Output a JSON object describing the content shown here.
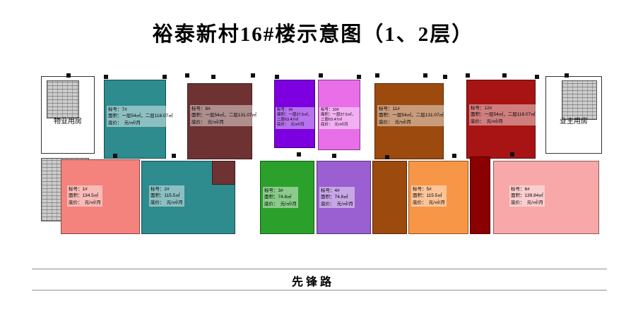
{
  "title": "裕泰新村16#楼示意图（1、2层）",
  "road_name": "先锋路",
  "rooms": {
    "property": "物业用房",
    "owner": "业主用房"
  },
  "units": [
    {
      "id": "7",
      "no": "标号：7#",
      "area": "面积：一层54㎡，二层118.07㎡",
      "price": "底价：　元/㎡/月",
      "color": "#2e8b8e"
    },
    {
      "id": "8",
      "no": "标号：8#",
      "area": "面积：一层54㎡，二层131.07㎡",
      "price": "底价：　元/㎡/月",
      "color": "#6e3232"
    },
    {
      "id": "9",
      "no": "标号：9#",
      "area": "面积：一层27.5㎡，二层63.47㎡",
      "price": "底价：　元/㎡/月",
      "color": "#7d00e0"
    },
    {
      "id": "10",
      "no": "标号：10#",
      "area": "面积：一层27.5㎡，二层63.47㎡",
      "price": "底价：　元/㎡/月",
      "color": "#e86fe8"
    },
    {
      "id": "11",
      "no": "标号：11#",
      "area": "面积：一层54㎡，二层131.07㎡",
      "price": "底价：　元/㎡/月",
      "color": "#9c4a0e"
    },
    {
      "id": "12",
      "no": "标号：12#",
      "area": "面积：一层54㎡，二层118.07㎡",
      "price": "底价：　元/㎡/月",
      "color": "#a81414"
    },
    {
      "id": "1",
      "no": "标号：1#",
      "area": "面积：134.5㎡",
      "price": "底价：　元/㎡/月",
      "color": "#f4837d"
    },
    {
      "id": "2",
      "no": "标号：2#",
      "area": "面积：115.5㎡",
      "price": "底价：　元/㎡/月",
      "color": "#2e8b8e"
    },
    {
      "id": "3",
      "no": "标号：3#",
      "area": "面积：74.8㎡",
      "price": "底价：　元/㎡/月",
      "color": "#2ba12b"
    },
    {
      "id": "4",
      "no": "标号：4#",
      "area": "面积：74.8㎡",
      "price": "底价：　元/㎡/月",
      "color": "#9a5fd0"
    },
    {
      "id": "5",
      "no": "标号：5#",
      "area": "面积：115.5㎡",
      "price": "底价：　元/㎡/月",
      "color": "#f79646"
    },
    {
      "id": "6",
      "no": "标号：6#",
      "area": "面积：139.84㎡",
      "price": "底价：　元/㎡/月",
      "color": "#f8a8a8"
    }
  ]
}
